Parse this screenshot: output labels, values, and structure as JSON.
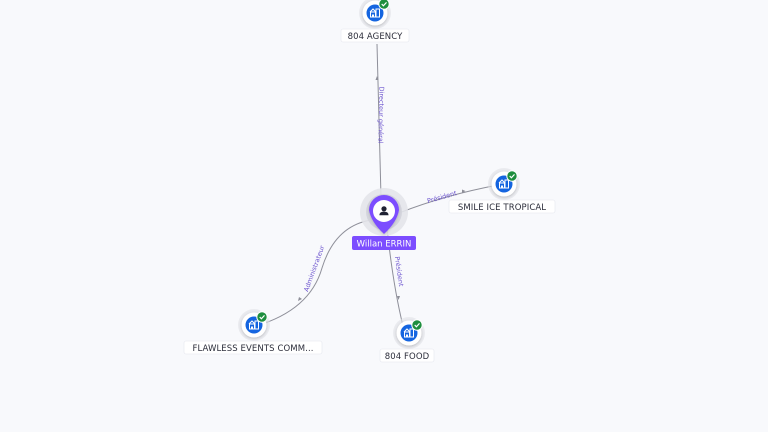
{
  "diagram": {
    "colors": {
      "company_icon": "#1565e0",
      "check_badge": "#1e8e3e",
      "person_pin": "#7c4dff",
      "edge_label": "#6e56cf",
      "edge_line": "#8e8f99"
    },
    "person": {
      "id": "person",
      "label": "Willan ERRIN",
      "icon": "person-icon"
    },
    "companies": [
      {
        "id": "agency",
        "label": "804 AGENCY",
        "icon": "company-building-icon",
        "verified": true
      },
      {
        "id": "smile",
        "label": "SMILE ICE TROPICAL",
        "icon": "company-building-icon",
        "verified": true
      },
      {
        "id": "food",
        "label": "804 FOOD",
        "icon": "company-building-icon",
        "verified": true
      },
      {
        "id": "flawless",
        "label": "FLAWLESS EVENTS COMM...",
        "icon": "company-building-icon",
        "verified": true
      }
    ],
    "edges": [
      {
        "id": "e-agency",
        "from": "person",
        "to": "agency",
        "label": "Directeur général"
      },
      {
        "id": "e-smile",
        "from": "person",
        "to": "smile",
        "label": "Président"
      },
      {
        "id": "e-food",
        "from": "person",
        "to": "food",
        "label": "Président"
      },
      {
        "id": "e-flawless",
        "from": "person",
        "to": "flawless",
        "label": "Administrateur"
      }
    ]
  }
}
